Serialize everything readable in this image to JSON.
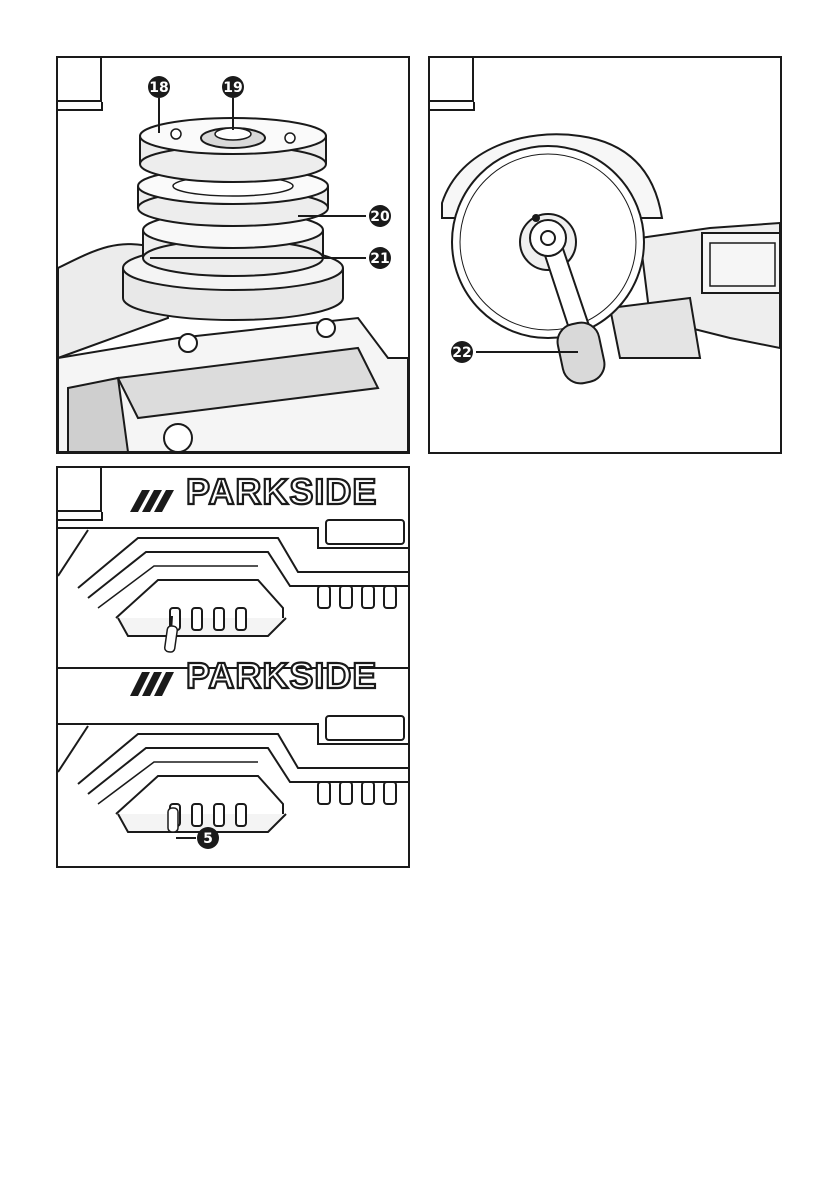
{
  "figure_a": {
    "callouts": [
      "18",
      "19",
      "20",
      "21"
    ]
  },
  "figure_b": {
    "callouts": [
      "22"
    ]
  },
  "figure_c": {
    "brand_top": "PARKSIDE",
    "brand_bottom": "PARKSIDE",
    "callouts": [
      "5"
    ]
  },
  "colors": {
    "line": "#1a1a1a",
    "paper": "#ffffff",
    "shade": "#d9d9d9"
  }
}
